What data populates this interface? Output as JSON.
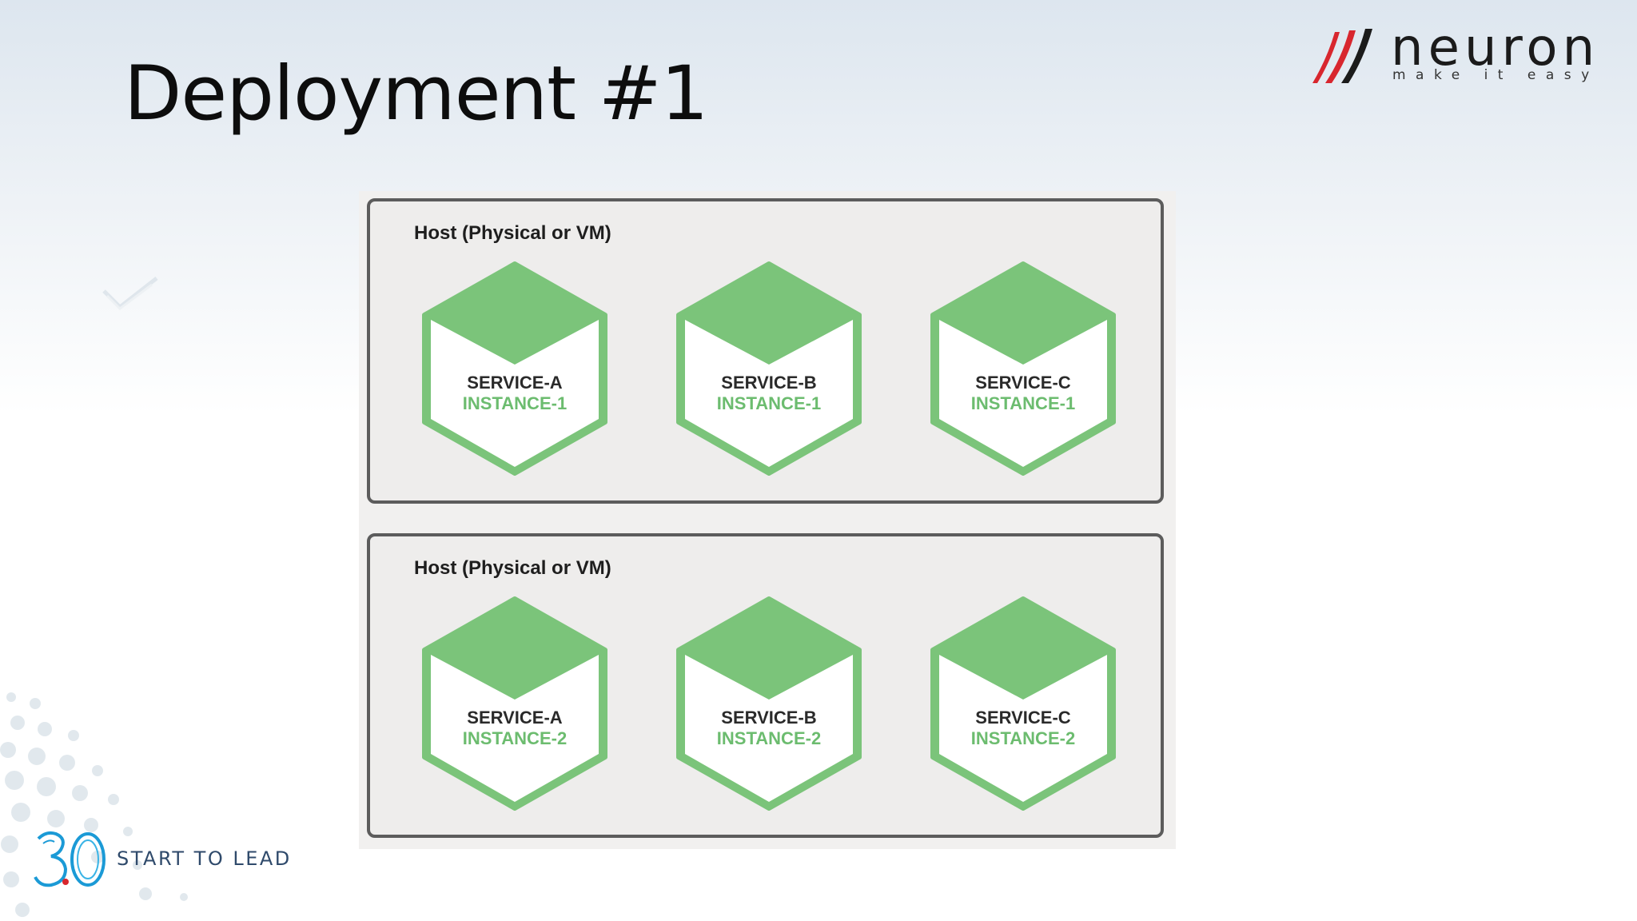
{
  "slide": {
    "title": "Deployment #1",
    "tagline": "START TO LEAD"
  },
  "logo": {
    "wordmark": "neuron",
    "tagline": "make it easy",
    "colors": {
      "slashes": "#d8262e",
      "dark_slash": "#1b1b1b",
      "text": "#1b1b1b"
    }
  },
  "badge": {
    "text": "30",
    "color": "#1b9ad6"
  },
  "hosts": [
    {
      "label": "Host (Physical or VM)",
      "instances": [
        {
          "service": "SERVICE-A",
          "instance": "INSTANCE-1"
        },
        {
          "service": "SERVICE-B",
          "instance": "INSTANCE-1"
        },
        {
          "service": "SERVICE-C",
          "instance": "INSTANCE-1"
        }
      ]
    },
    {
      "label": "Host (Physical or VM)",
      "instances": [
        {
          "service": "SERVICE-A",
          "instance": "INSTANCE-2"
        },
        {
          "service": "SERVICE-B",
          "instance": "INSTANCE-2"
        },
        {
          "service": "SERVICE-C",
          "instance": "INSTANCE-2"
        }
      ]
    }
  ],
  "colors": {
    "hex_green": "#7bc47a",
    "instance_text": "#6cbc6f",
    "host_border": "#5c5c5c",
    "panel_bg": "#f1f0ef"
  }
}
